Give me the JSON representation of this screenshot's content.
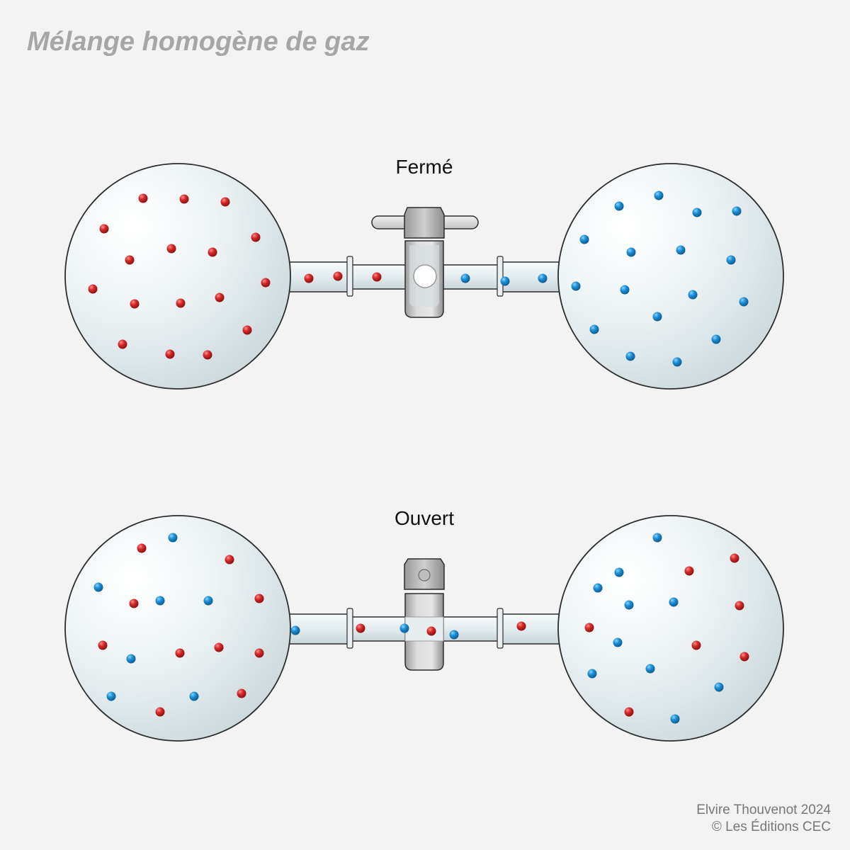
{
  "title": "Mélange homogène de gaz",
  "closed": {
    "label": "Fermé"
  },
  "open": {
    "label": "Ouvert"
  },
  "credits": {
    "author": "Elvire Thouvenot 2024",
    "publisher": "© Les Éditions CEC"
  },
  "colors": {
    "red_particle": "#d42a2a",
    "blue_particle": "#1b8fd6",
    "flask_fill": "#e6eef1",
    "outline": "#2d2d2d",
    "background": "#f3f3f3"
  }
}
